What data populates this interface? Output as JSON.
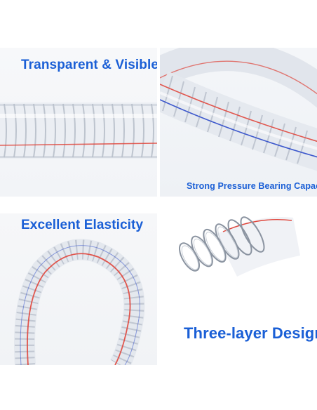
{
  "captions": {
    "top_left": "Transparent & Visible",
    "top_right": "Strong Pressure Bearing Capac",
    "bottom_left": "Excellent Elasticity",
    "bottom_right": "Three-layer Design"
  },
  "colors": {
    "caption": "#1a5fd6",
    "red_stripe": "#e0463c",
    "blue_stripe": "#2b49c9",
    "coil": "#8a93a0"
  }
}
